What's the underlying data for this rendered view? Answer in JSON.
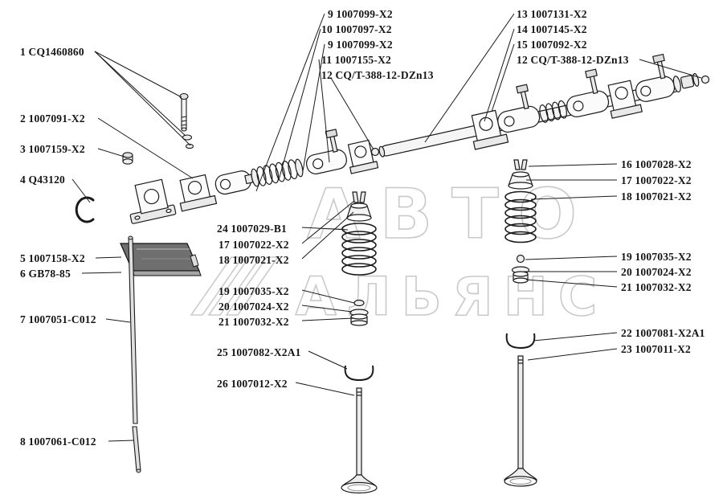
{
  "watermark": {
    "line1": "АВТО",
    "line2": "АЛЬЯНС"
  },
  "labels": [
    "1 CQ1460860",
    "2 1007091-X2",
    "3 1007159-X2",
    "4 Q43120",
    "5 1007158-X2",
    "6 GB78-85",
    "7 1007051-C012",
    "8 1007061-C012",
    "9 1007099-X2",
    "10 1007097-X2",
    "9 1007099-X2",
    "11 1007155-X2",
    "12 CQ/T-388-12-DZn13",
    "13 1007131-X2",
    "14 1007145-X2",
    "15 1007092-X2",
    "12 CQ/T-388-12-DZn13",
    "16 1007028-X2",
    "17 1007022-X2",
    "18 1007021-X2",
    "19 1007035-X2",
    "20 1007024-X2",
    "21 1007032-X2",
    "22 1007081-X2A1",
    "23 1007011-X2",
    "24 1007029-B1",
    "17 1007022-X2",
    "18 1007021-X2",
    "19 1007035-X2",
    "20 1007024-X2",
    "21 1007032-X2",
    "25 1007082-X2A1",
    "26 1007012-X2"
  ]
}
